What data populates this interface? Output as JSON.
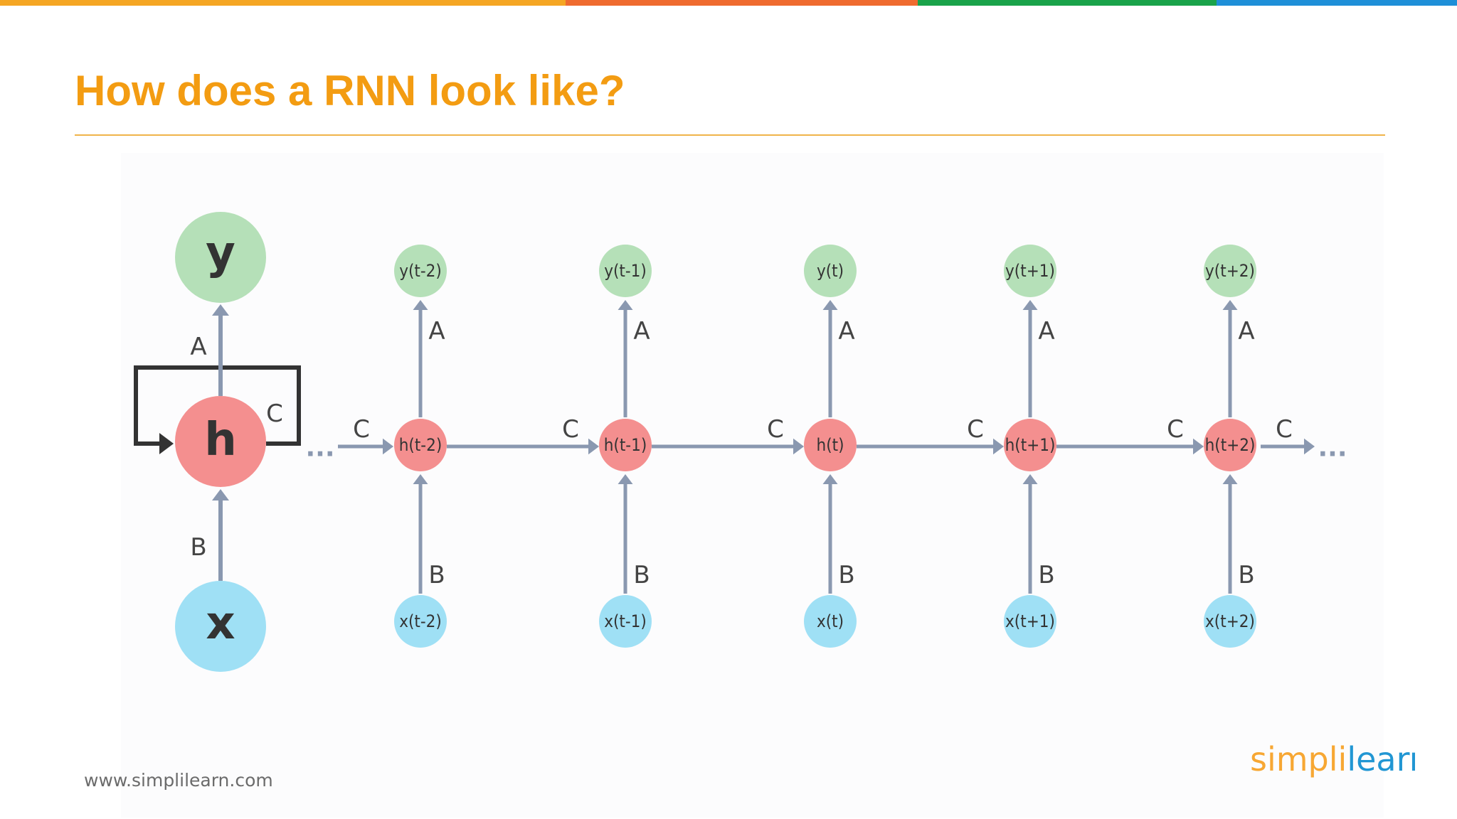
{
  "slide": {
    "title": "How does a RNN look like?",
    "footer_url": "www.simplilearn.com",
    "logo_text": "simplilearn"
  },
  "colors": {
    "title": "#f39c12",
    "rule": "#f0b44a",
    "top_bar": [
      "#f5a623",
      "#ef6b2f",
      "#1aa34a",
      "#1e8fd8"
    ],
    "output_node": "#b5e0b8",
    "hidden_node": "#f48f8f",
    "input_node": "#9fe0f5",
    "edge": "#8a98b0",
    "loop_box": "#333333",
    "logo_orange": "#f7a733",
    "logo_blue": "#2196d3"
  },
  "folded": {
    "output": "y",
    "hidden": "h",
    "input": "x",
    "weight_output": "A",
    "weight_recurrent": "C",
    "weight_input": "B"
  },
  "unrolled": {
    "steps": [
      {
        "output": "y(t-2)",
        "hidden": "h(t-2)",
        "input": "x(t-2)"
      },
      {
        "output": "y(t-1)",
        "hidden": "h(t-1)",
        "input": "x(t-1)"
      },
      {
        "output": "y(t)",
        "hidden": "h(t)",
        "input": "x(t)"
      },
      {
        "output": "y(t+1)",
        "hidden": "h(t+1)",
        "input": "x(t+1)"
      },
      {
        "output": "y(t+2)",
        "hidden": "h(t+2)",
        "input": "x(t+2)"
      }
    ],
    "weight_output": "A",
    "weight_input": "B",
    "weight_recurrent": "C",
    "ellipsis": "..."
  }
}
